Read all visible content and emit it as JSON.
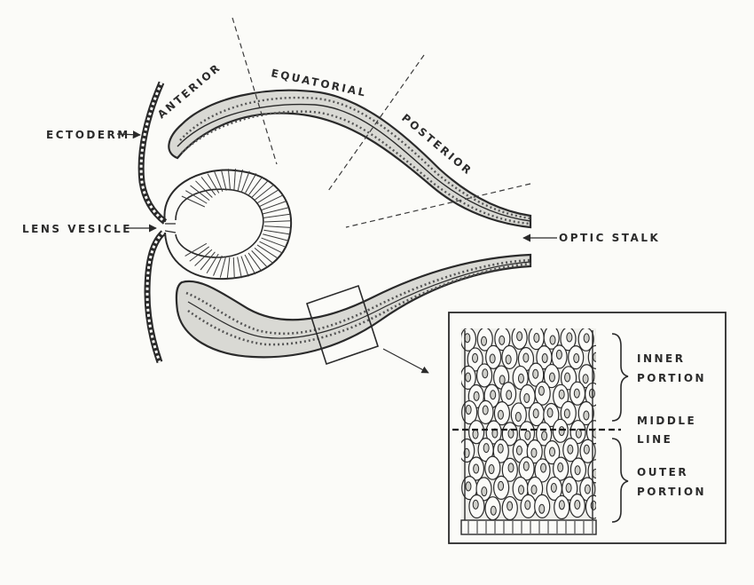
{
  "diagram": {
    "labels": {
      "ectoderm": "ECTODERM",
      "lens_vesicle": "LENS VESICLE",
      "optic_stalk": "OPTIC STALK",
      "anterior": "ANTERIOR",
      "equatorial": "EQUATORIAL",
      "posterior": "POSTERIOR"
    },
    "inset": {
      "inner_1": "INNER",
      "inner_2": "PORTION",
      "middle_1": "MIDDLE",
      "middle_2": "LINE",
      "outer_1": "OUTER",
      "outer_2": "PORTION"
    }
  }
}
